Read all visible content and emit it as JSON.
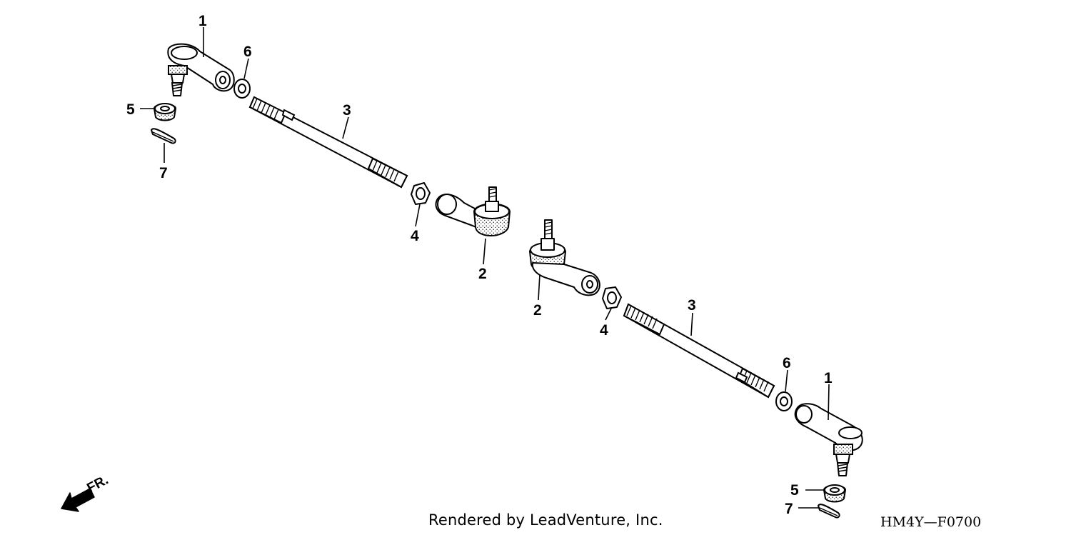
{
  "callouts": {
    "tie_rod_end_outer_left": "1",
    "tie_rod_end_outer_right": "1",
    "tie_rod_end_inner_left": "2",
    "tie_rod_end_inner_right": "2",
    "tie_rod_left": "3",
    "tie_rod_right": "3",
    "lock_nut_left": "4",
    "lock_nut_right": "4",
    "castle_nut_left": "5",
    "castle_nut_right": "5",
    "thin_nut_left": "6",
    "thin_nut_right": "6",
    "cotter_pin_left": "7",
    "cotter_pin_right": "7"
  },
  "direction_marker": {
    "label": "FR.",
    "icon": "front-arrow-icon"
  },
  "footer": {
    "credit": "Rendered by LeadVenture, Inc.",
    "diagram_code": "HM4Y—F0700"
  }
}
